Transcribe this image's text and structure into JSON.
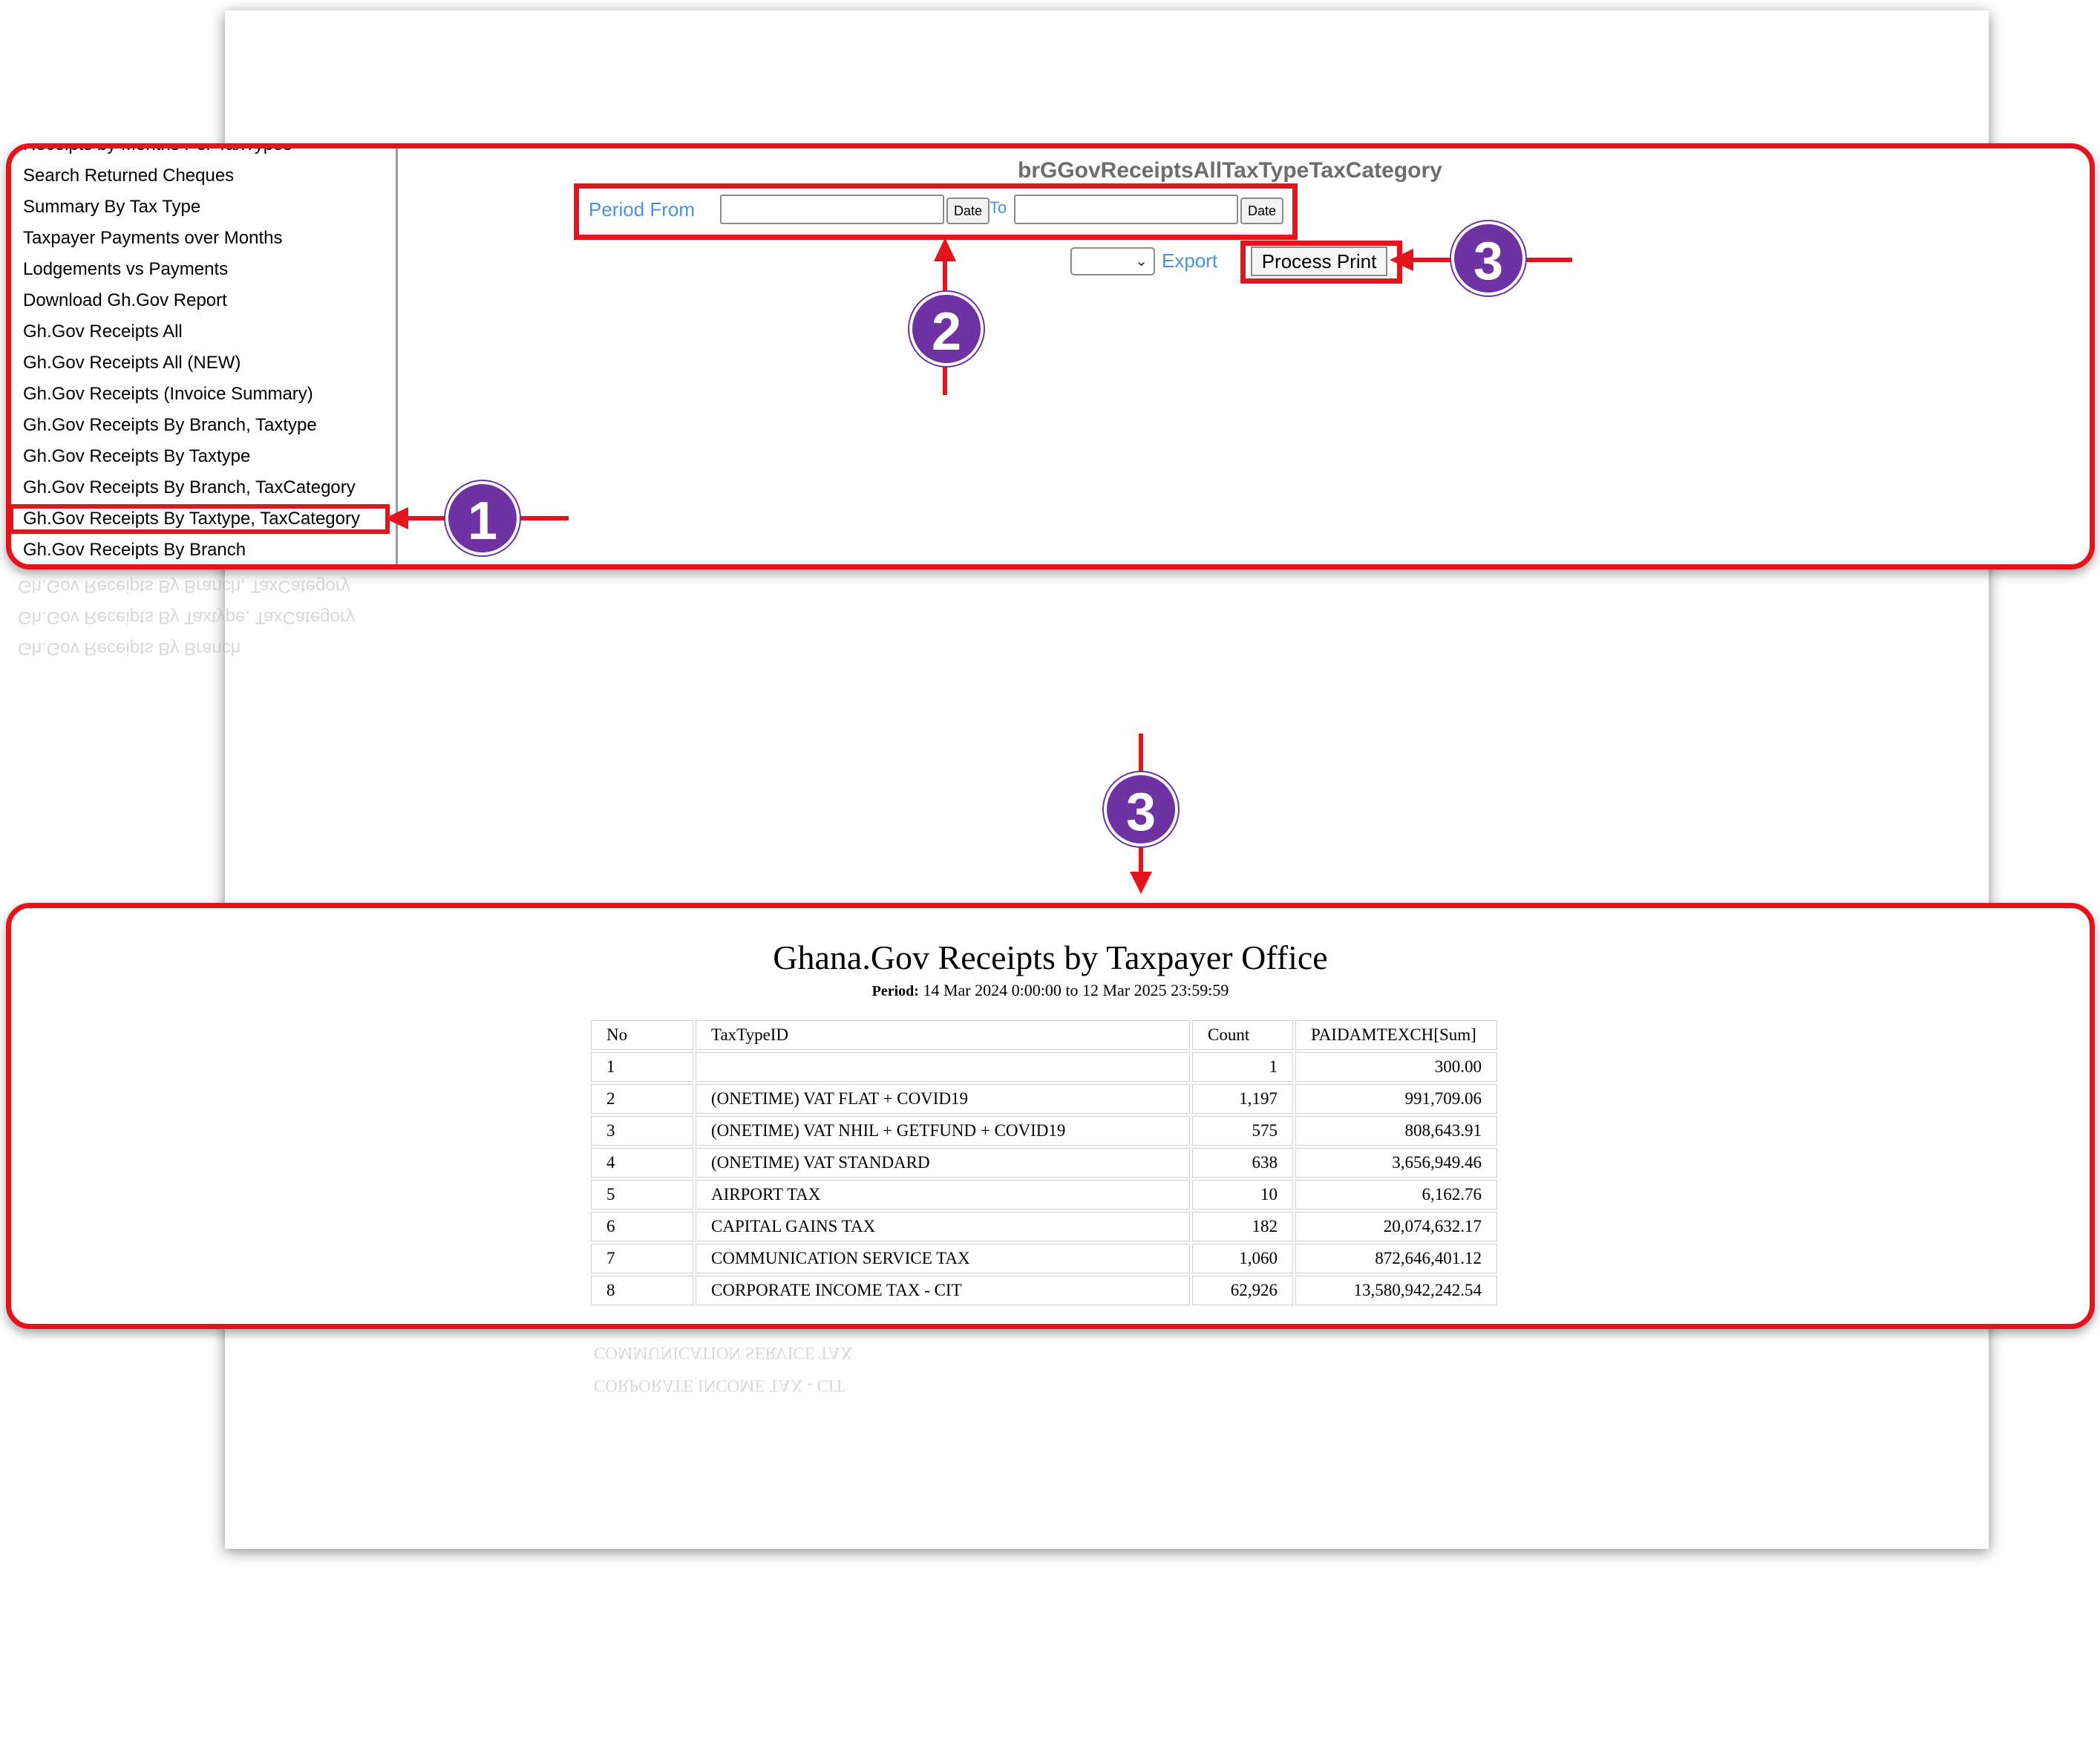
{
  "sidebar": {
    "cut_item": "Receipts by Months Per TaxTypes",
    "items": [
      "Search Returned Cheques",
      "Summary By Tax Type",
      "Taxpayer Payments over Months",
      "Lodgements vs Payments",
      "Download Gh.Gov Report",
      "Gh.Gov Receipts All",
      "Gh.Gov Receipts All (NEW)",
      "Gh.Gov Receipts (Invoice Summary)",
      "Gh.Gov Receipts By Branch, Taxtype",
      "Gh.Gov Receipts By Taxtype",
      "Gh.Gov Receipts By Branch, TaxCategory",
      "Gh.Gov Receipts By Taxtype, TaxCategory",
      "Gh.Gov Receipts By Branch"
    ],
    "selected_index": 11
  },
  "form": {
    "report_title": "brGGovReceiptsAllTaxTypeTaxCategory",
    "period_from_label": "Period From",
    "to_label": "To",
    "date_button": "Date",
    "from_value": "",
    "to_value": "",
    "export_label": "Export",
    "export_selected": "",
    "process_print": "Process Print"
  },
  "badges": {
    "one": "1",
    "two": "2",
    "three": "3"
  },
  "report": {
    "title": "Ghana.Gov Receipts by Taxpayer Office",
    "period_label": "Period:",
    "period_value": "14 Mar 2024 0:00:00 to 12 Mar 2025 23:59:59",
    "columns": [
      "No",
      "TaxTypeID",
      "Count",
      "PAIDAMTEXCH[Sum]"
    ],
    "rows": [
      [
        "1",
        "",
        "1",
        "300.00"
      ],
      [
        "2",
        "(ONETIME) VAT FLAT + COVID19",
        "1,197",
        "991,709.06"
      ],
      [
        "3",
        "(ONETIME) VAT NHIL + GETFUND + COVID19",
        "575",
        "808,643.91"
      ],
      [
        "4",
        "(ONETIME) VAT STANDARD",
        "638",
        "3,656,949.46"
      ],
      [
        "5",
        "AIRPORT TAX",
        "10",
        "6,162.76"
      ],
      [
        "6",
        "CAPITAL GAINS TAX",
        "182",
        "20,074,632.17"
      ],
      [
        "7",
        "COMMUNICATION SERVICE TAX",
        "1,060",
        "872,646,401.12"
      ],
      [
        "8",
        "CORPORATE INCOME TAX - CIT",
        "62,926",
        "13,580,942,242.54"
      ]
    ]
  },
  "colors": {
    "highlight": "#e3141b",
    "badge": "#6e32a2",
    "link_blue": "#4a8fe8"
  }
}
